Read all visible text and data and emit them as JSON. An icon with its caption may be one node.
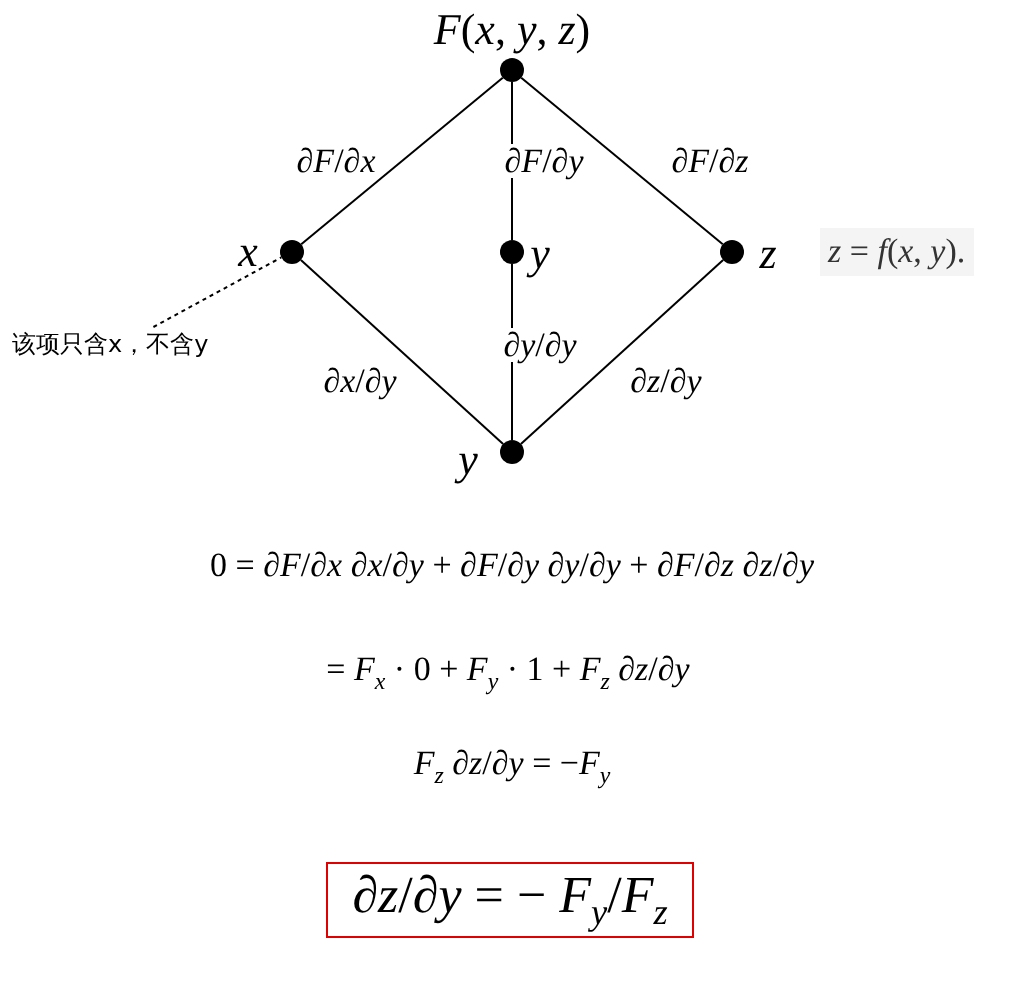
{
  "diagram": {
    "nodes": [
      {
        "text": [],
        "shape": "circle",
        "beside": [
          "F(x, y, z)"
        ]
      },
      {
        "text": [],
        "shape": "circle",
        "beside": [
          "x"
        ]
      },
      {
        "text": [],
        "shape": "circle",
        "beside": [
          "y"
        ]
      },
      {
        "text": [],
        "shape": "circle",
        "beside": [
          "z"
        ]
      },
      {
        "text": [],
        "shape": "circle",
        "beside": [
          "y"
        ]
      },
      {
        "text": [
          "该项只含x，不含y"
        ]
      },
      {
        "text": [
          "∂z/∂y = − F$_{y}$/F$_{z}$"
        ]
      }
    ],
    "edges": [
      {
        "from": 0,
        "to": 1,
        "arrow": "none",
        "label": "∂F/∂x"
      },
      {
        "from": 0,
        "to": 2,
        "arrow": "none",
        "label": "∂F/∂y"
      },
      {
        "from": 0,
        "to": 3,
        "arrow": "none",
        "label": "∂F/∂z"
      },
      {
        "from": 1,
        "to": 4,
        "arrow": "none",
        "label": "∂x/∂y"
      },
      {
        "from": 2,
        "to": 4,
        "arrow": "none",
        "label": "∂y/∂y"
      },
      {
        "from": 3,
        "to": 4,
        "arrow": "none",
        "label": "∂z/∂y"
      },
      {
        "from": 5,
        "to": 1,
        "arrow": "none",
        "style": "dashed"
      }
    ],
    "labels": [
      "z = f(x, y).",
      "0 = ∂F/∂x ∂x/∂y + ∂F/∂y ∂y/∂y + ∂F/∂z ∂z/∂y",
      "= F$_{x}$ · 0 + F$_{y}$ · 1 + F$_{z}$ ∂z/∂y",
      "F$_{z}$ ∂z/∂y = −F$_{y}$"
    ]
  }
}
